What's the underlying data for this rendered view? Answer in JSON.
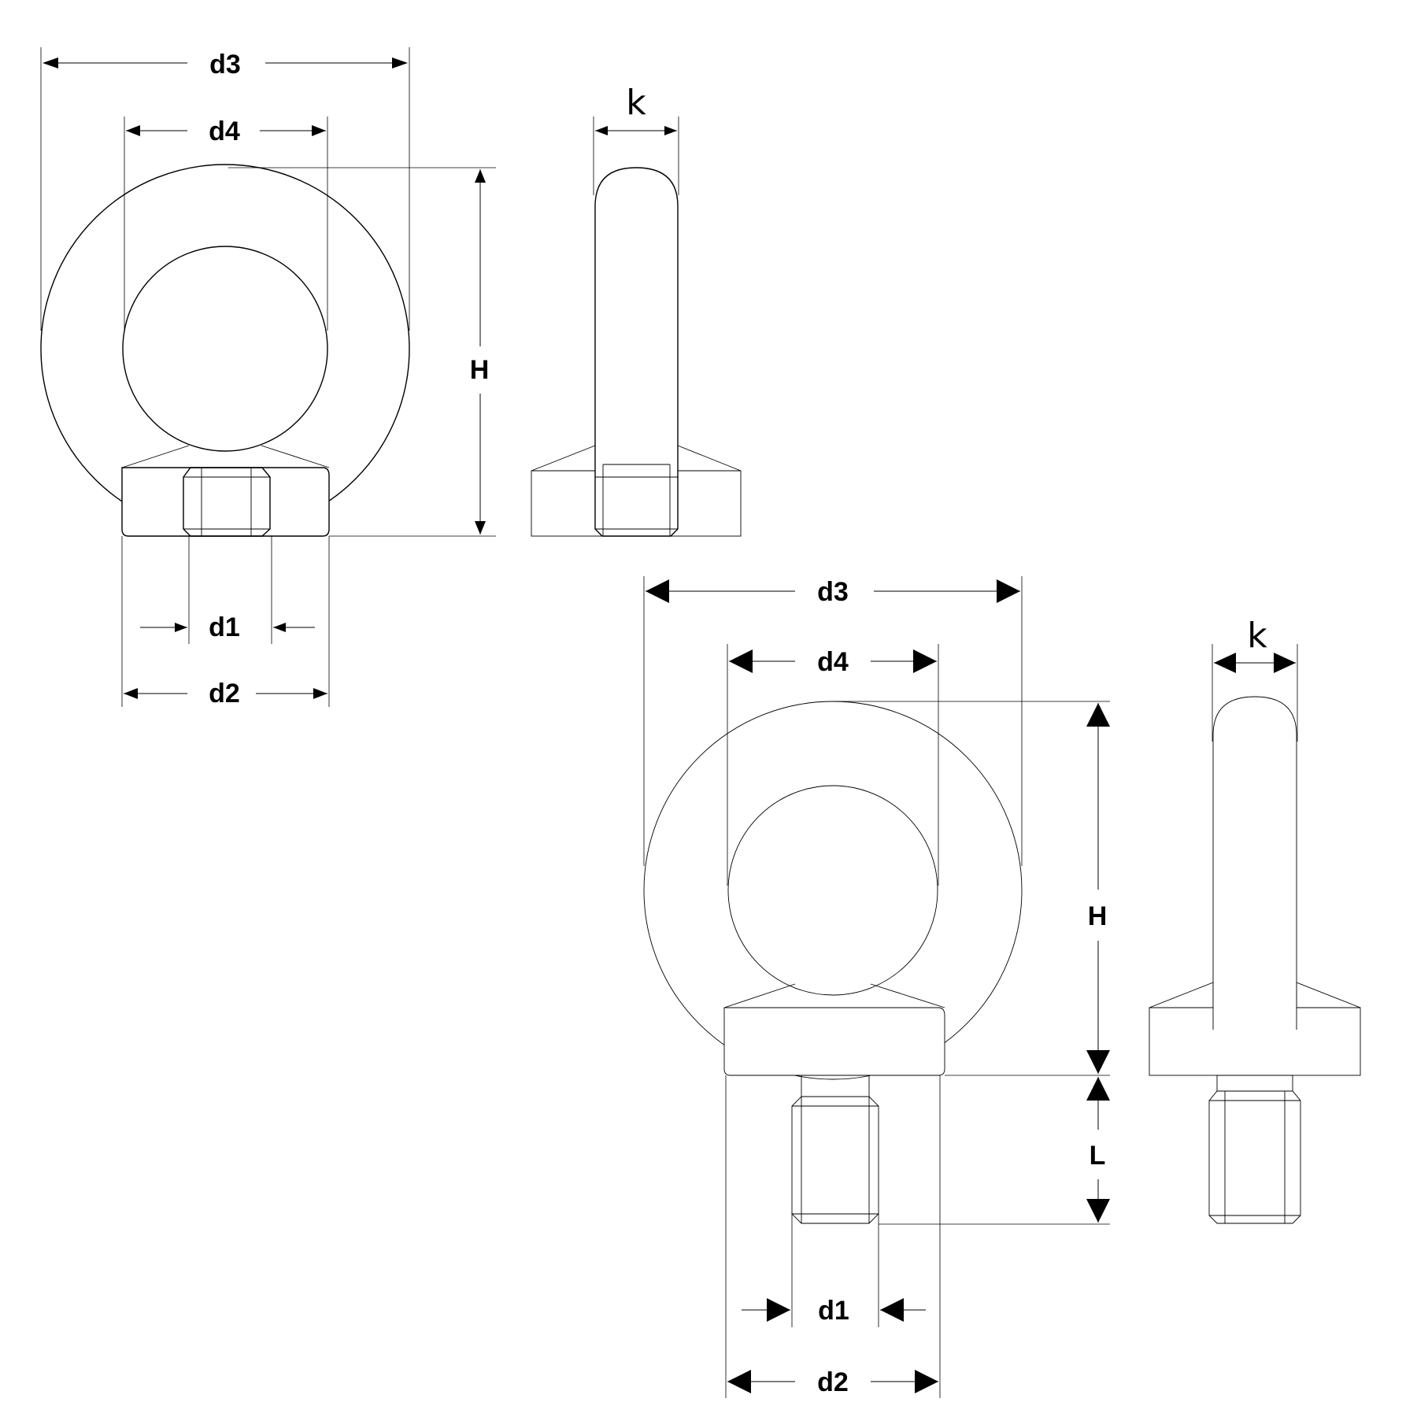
{
  "drawing_1": {
    "labels": {
      "d3": "d3",
      "d4": "d4",
      "k": "k",
      "H": "H",
      "d1": "d1",
      "d2": "d2"
    }
  },
  "drawing_2": {
    "labels": {
      "d3": "d3",
      "d4": "d4",
      "k": "k",
      "H": "H",
      "L": "L",
      "d1": "d1",
      "d2": "d2"
    }
  }
}
